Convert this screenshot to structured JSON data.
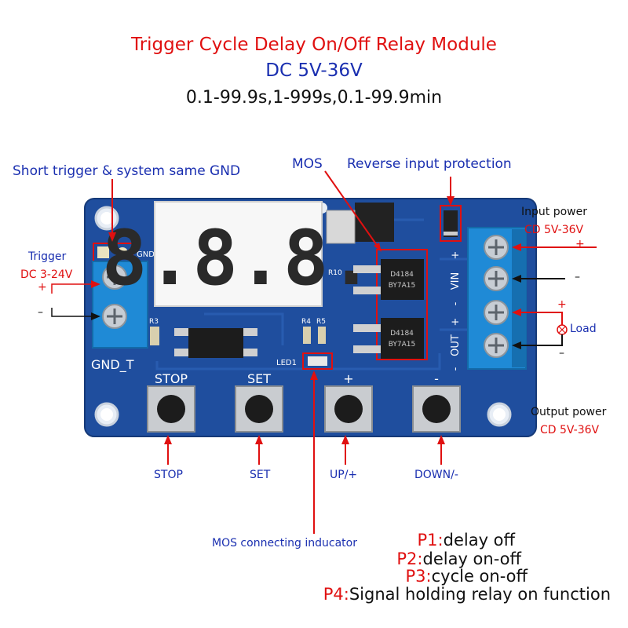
{
  "title": {
    "line1": "Trigger Cycle Delay On/Off Relay Module",
    "line2": "DC 5V-36V",
    "line3": "0.1-99.9s,1-999s,0.1-99.9min"
  },
  "callouts": {
    "short_trigger": "Short trigger & system same GND",
    "mos": "MOS",
    "reverse_protection": "Reverse input protection",
    "input_power": "Input power",
    "input_power_range": "CD 5V-36V",
    "trigger": "Trigger",
    "trigger_range": "DC 3-24V",
    "load": "Load",
    "output_power": "Output power",
    "output_power_range": "CD 5V-36V",
    "mos_indicator": "MOS connecting inducator"
  },
  "buttons": {
    "stop": "STOP",
    "set": "SET",
    "up": "UP/+",
    "down": "DOWN/-"
  },
  "board": {
    "silk_gnd": "GND",
    "silk_gnd_t": "GND_T",
    "silk_stop": "STOP",
    "silk_set": "SET",
    "silk_plus": "+",
    "silk_minus": "-",
    "silk_led": "LED1",
    "silk_r10": "R10",
    "silk_r3": "R3",
    "silk_r4": "R4",
    "silk_r5": "R5",
    "silk_vin_plus": "+",
    "silk_vin": "VIN",
    "silk_vin_minus": "-",
    "silk_out_plus": "+",
    "silk_out": "OUT",
    "silk_out_minus": "-",
    "mos_chip_text": "D4184",
    "mos_chip_code": "BY7A15",
    "display_digits": "8.8.8."
  },
  "terminal_signs": {
    "trigger_plus": "+",
    "trigger_minus": "–",
    "vin_plus": "+",
    "vin_minus": "–",
    "out_plus": "+",
    "out_minus": "–"
  },
  "modes": [
    {
      "code": "P1:",
      "text": "delay off"
    },
    {
      "code": "P2:",
      "text": "delay on-off"
    },
    {
      "code": "P3:",
      "text": "cycle on-off"
    },
    {
      "code": "P4:",
      "text": "Signal holding relay on function"
    }
  ],
  "colors": {
    "pcb": "#1f4e9e",
    "terminal": "#1f8ad6",
    "display": "#ffffff",
    "title_red": "#e01010",
    "label_blue": "#1a2fb0"
  }
}
